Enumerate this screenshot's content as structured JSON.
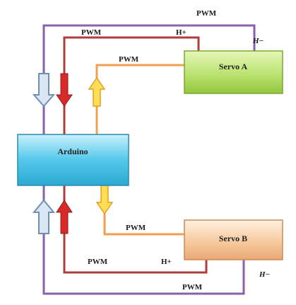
{
  "blocks": {
    "arduino": "Arduino",
    "servo_a": "Servo A",
    "servo_b": "Servo B"
  },
  "labels": {
    "pwm_top_outer": "PWM",
    "pwm_top_red": "PWM",
    "h_plus_top": "H+",
    "h_minus_top": "H−",
    "pwm_top_orange": "PWM",
    "pwm_bottom_orange": "PWM",
    "pwm_bottom_red": "PWM",
    "h_plus_bottom": "H+",
    "h_minus_bottom": "H−",
    "pwm_bottom_outer": "PWM"
  },
  "colors": {
    "purple_wire": "#8a5fae",
    "red_wire": "#b23b3b",
    "orange_wire": "#f0a050",
    "arduino_fill": "#54c8ea",
    "servo_a_fill": "#b7e06a",
    "servo_b_fill": "#f6c79a"
  }
}
